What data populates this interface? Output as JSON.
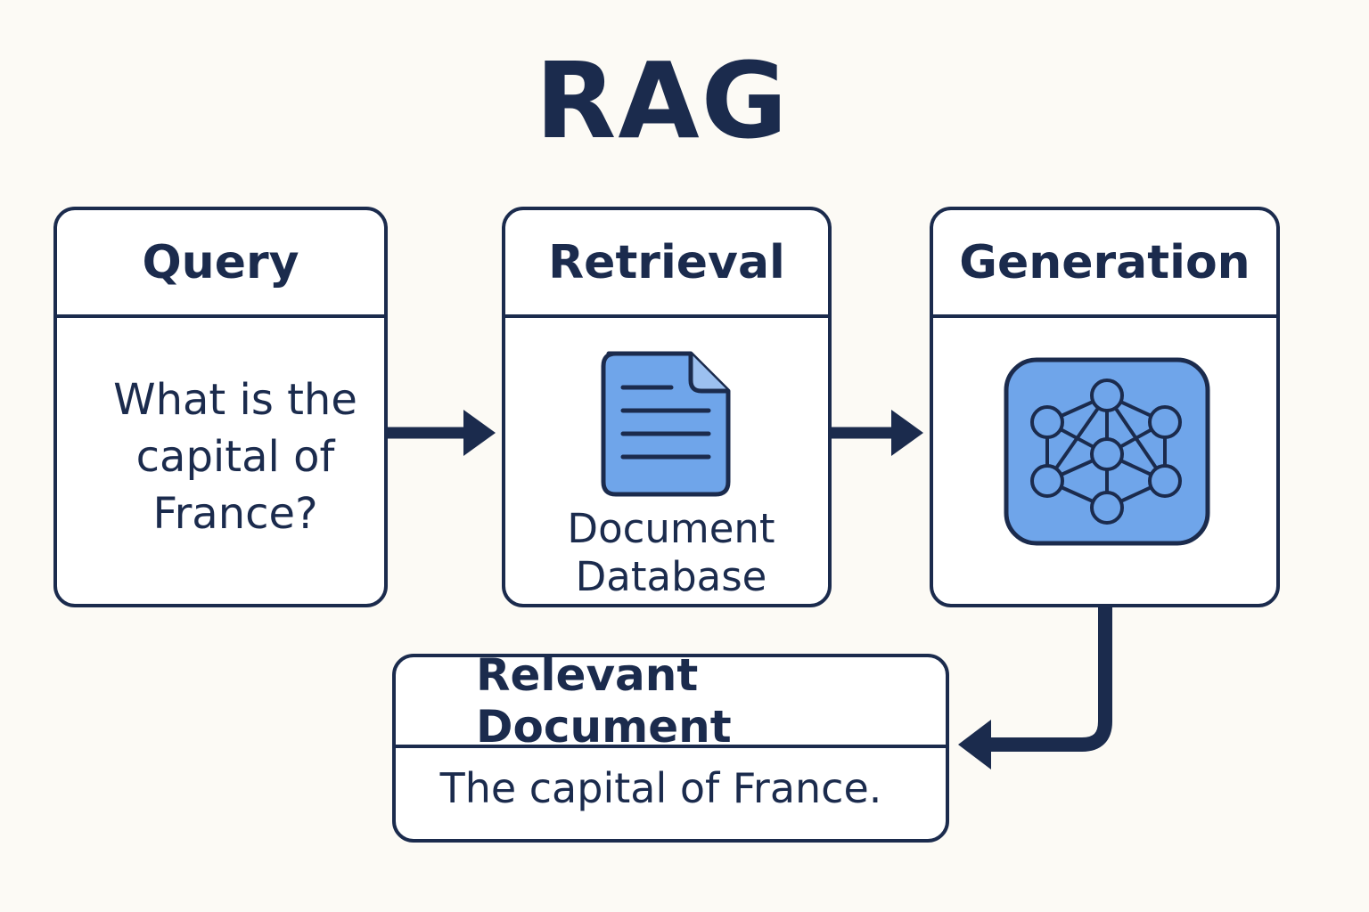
{
  "title": "RAG",
  "query": {
    "header": "Query",
    "text": "What is the capital of France?"
  },
  "retrieval": {
    "header": "Retrieval",
    "icon": "document-icon",
    "label": "Document Database"
  },
  "generation": {
    "header": "Generation",
    "icon": "neural-network-icon"
  },
  "relevant_document": {
    "header": "Relevant Document",
    "text": "The capital of France."
  },
  "colors": {
    "ink": "#1b2b4d",
    "icon_fill": "#6fa5ea",
    "background": "#fcfaf5",
    "box_fill": "#ffffff"
  }
}
